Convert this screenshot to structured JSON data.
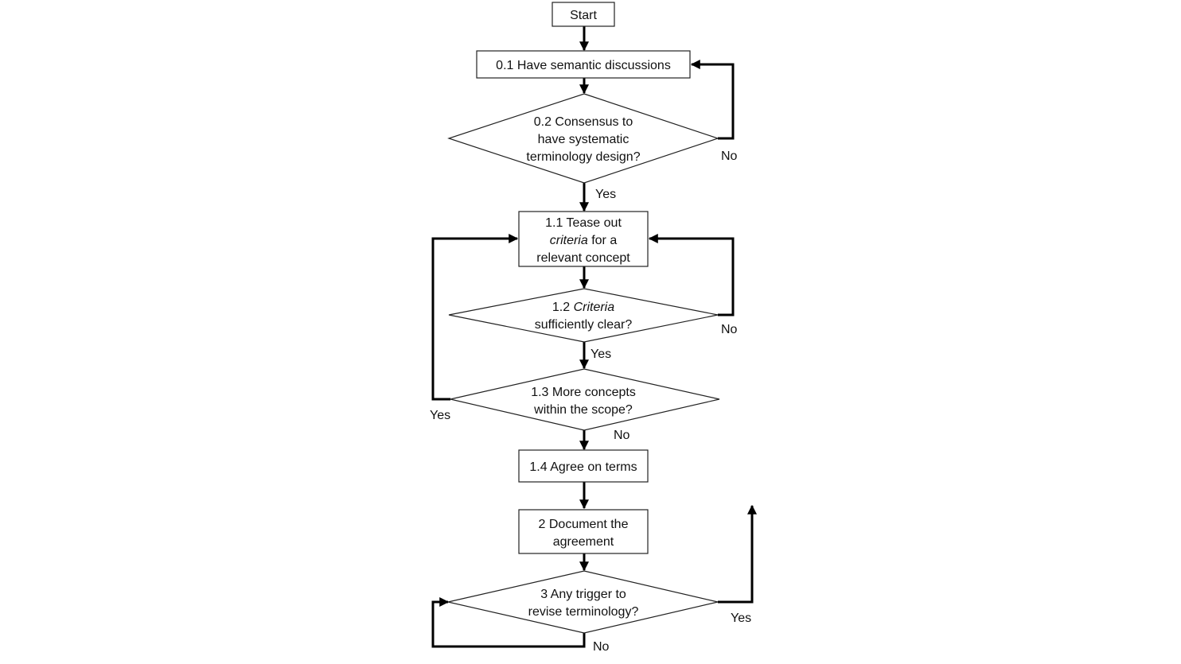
{
  "nodes": {
    "start": {
      "lines": [
        [
          {
            "t": "Start"
          }
        ]
      ]
    },
    "n01": {
      "lines": [
        [
          {
            "t": "0.1 Have semantic discussions"
          }
        ]
      ]
    },
    "n02": {
      "lines": [
        [
          {
            "t": "0.2 Consensus to"
          }
        ],
        [
          {
            "t": "have systematic"
          }
        ],
        [
          {
            "t": "terminology design?"
          }
        ]
      ]
    },
    "n11": {
      "lines": [
        [
          {
            "t": "1.1 Tease out"
          }
        ],
        [
          {
            "t": "criteria",
            "i": true
          },
          {
            "t": " for a"
          }
        ],
        [
          {
            "t": "relevant concept"
          }
        ]
      ]
    },
    "n12": {
      "lines": [
        [
          {
            "t": "1.2 "
          },
          {
            "t": "Criteria",
            "i": true
          }
        ],
        [
          {
            "t": "sufficiently clear?"
          }
        ]
      ]
    },
    "n13": {
      "lines": [
        [
          {
            "t": "1.3 More concepts"
          }
        ],
        [
          {
            "t": "within the scope?"
          }
        ]
      ]
    },
    "n14": {
      "lines": [
        [
          {
            "t": "1.4 Agree on terms"
          }
        ]
      ]
    },
    "n2": {
      "lines": [
        [
          {
            "t": "2 Document the"
          }
        ],
        [
          {
            "t": "agreement"
          }
        ]
      ]
    },
    "n3": {
      "lines": [
        [
          {
            "t": "3 Any trigger to"
          }
        ],
        [
          {
            "t": "revise terminology?"
          }
        ]
      ]
    }
  },
  "edge_labels": {
    "no_02": "No",
    "yes_02": "Yes",
    "no_12": "No",
    "yes_12": "Yes",
    "yes_13": "Yes",
    "no_13": "No",
    "yes_3": "Yes",
    "no_3": "No"
  }
}
